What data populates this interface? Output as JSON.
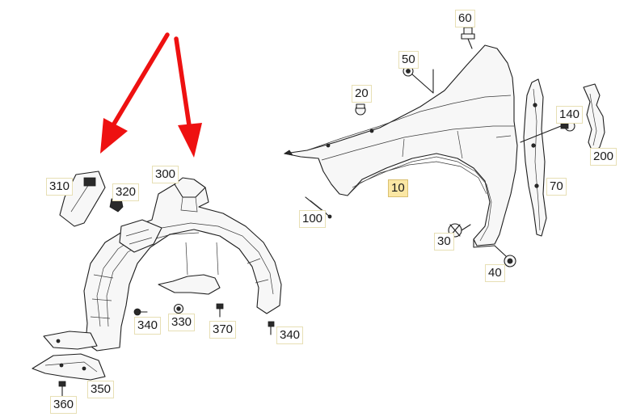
{
  "callouts": {
    "c10": "10",
    "c20": "20",
    "c30": "30",
    "c40": "40",
    "c50": "50",
    "c60": "60",
    "c70": "70",
    "c100": "100",
    "c140": "140",
    "c200": "200",
    "c300": "300",
    "c310": "310",
    "c320": "320",
    "c330": "330",
    "c340a": "340",
    "c340b": "340",
    "c350": "350",
    "c360": "360",
    "c370": "370"
  },
  "colors": {
    "arrow": "#ee1111",
    "highlight": "#fbe7a4",
    "line": "#1e1e1e"
  },
  "highlighted_part": "10"
}
